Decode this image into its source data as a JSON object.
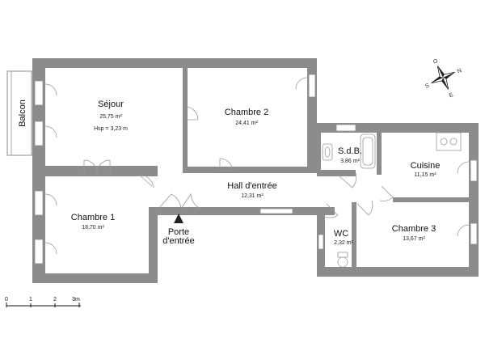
{
  "rooms": {
    "sejour": {
      "name": "Séjour",
      "area": "25,75 m²",
      "hsp": "Hsp = 3,23 m"
    },
    "chambre2": {
      "name": "Chambre 2",
      "area": "24,41 m²"
    },
    "sdb": {
      "name": "S.d.B.",
      "area": "3,86 m²"
    },
    "cuisine": {
      "name": "Cuisine",
      "area": "11,15 m²"
    },
    "hall": {
      "name": "Hall d'entrée",
      "area": "12,31 m²"
    },
    "chambre1": {
      "name": "Chambre 1",
      "area": "18,70 m²"
    },
    "wc": {
      "name": "WC",
      "area": "2,32 m²"
    },
    "chambre3": {
      "name": "Chambre 3",
      "area": "13,67 m²"
    }
  },
  "balcony": {
    "label": "Balcon"
  },
  "entrance": {
    "line1": "Porte",
    "line2": "d'entrée"
  },
  "scale": {
    "ticks": [
      "0",
      "1",
      "2",
      "3m"
    ]
  },
  "compass": {
    "north": "N",
    "east": "E",
    "south": "S",
    "west": "O"
  },
  "colors": {
    "wall": "#8c8c8c",
    "background": "#ffffff",
    "text": "#111111"
  }
}
